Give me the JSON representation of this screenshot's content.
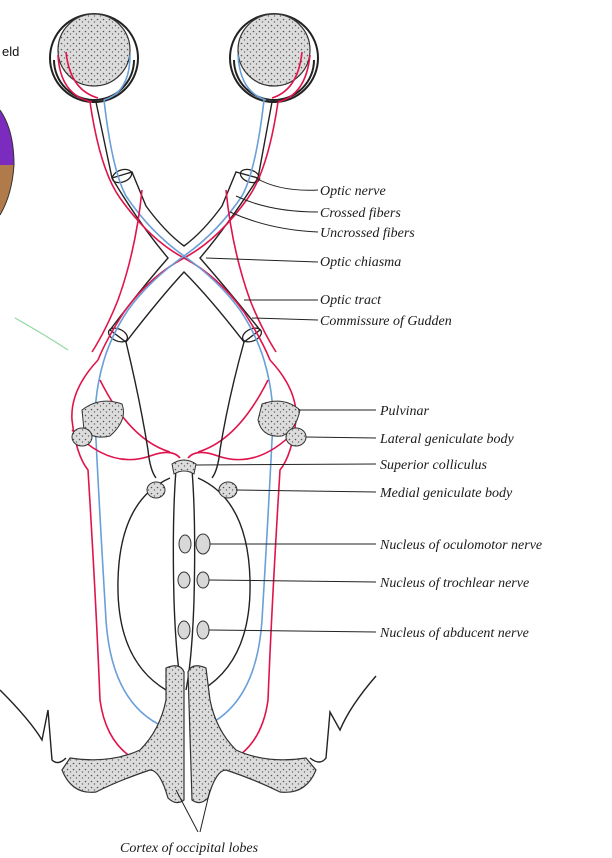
{
  "fragment_text": "eld",
  "labels": {
    "optic_nerve": "Optic nerve",
    "crossed_fibers": "Crossed fibers",
    "uncrossed_fibers": "Uncrossed fibers",
    "optic_chiasma": "Optic chiasma",
    "optic_tract": "Optic tract",
    "commissure_of_gudden": "Commissure of Gudden",
    "pulvinar": "Pulvinar",
    "lateral_geniculate_body": "Lateral geniculate body",
    "superior_colliculus": "Superior colliculus",
    "medial_geniculate_body": "Medial geniculate body",
    "nucleus_oculomotor": "Nucleus of oculomotor nerve",
    "nucleus_trochlear": "Nucleus of trochlear nerve",
    "nucleus_abducent": "Nucleus of abducent nerve",
    "cortex_occipital": "Cortex of occipital lobes"
  },
  "colors": {
    "crossed": "#e0144c",
    "uncrossed": "#6a9fd8",
    "outline": "#222222",
    "fill_gray": "#d2d2d2",
    "overlay_purple": "#7b2cbf",
    "overlay_brown": "#b07a4a",
    "overlay_green": "#8fd8a0"
  }
}
